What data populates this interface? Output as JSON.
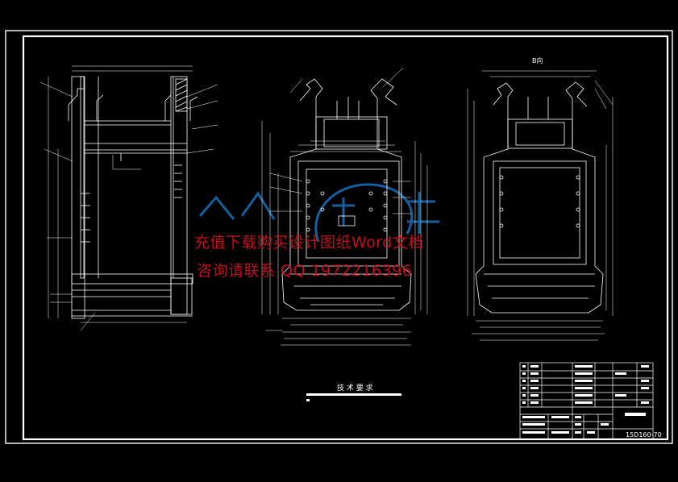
{
  "drawing": {
    "background": "#000000",
    "line_color": "#ffffff",
    "dim_color": "#ffffff",
    "watermark_color": "#c0101a",
    "logo_color": "#1a78c8"
  },
  "section_label": "B向",
  "tech_requirements": {
    "title": "技 术 要 求"
  },
  "watermark": {
    "line1": "充值下载购买设计图纸Word文档",
    "line2": "咨询请联系 QQ 1972216396"
  },
  "title_block": {
    "drawing_number": "15D160-70"
  }
}
